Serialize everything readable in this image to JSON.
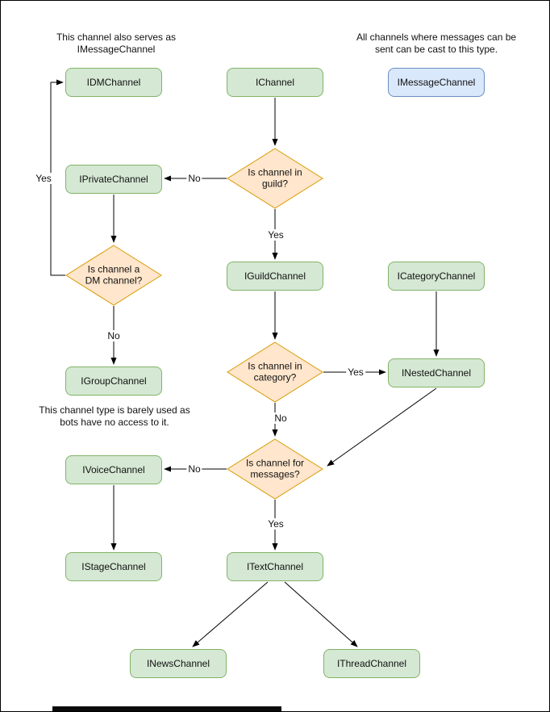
{
  "diagram": {
    "notes": {
      "dm_note": "This channel also serves as IMessageChannel",
      "message_note": "All channels where messages can be sent can be cast to this type.",
      "group_note": "This channel type is barely used as bots have no access to it."
    },
    "nodes": {
      "idm": "IDMChannel",
      "ichannel": "IChannel",
      "imessage": "IMessageChannel",
      "iprivate": "IPrivateChannel",
      "iguild": "IGuildChannel",
      "icategory": "ICategoryChannel",
      "inested": "INestedChannel",
      "igroup": "IGroupChannel",
      "ivoice": "IVoiceChannel",
      "istage": "IStageChannel",
      "itext": "ITextChannel",
      "inews": "INewsChannel",
      "ithread": "IThreadChannel"
    },
    "decisions": {
      "in_guild": "Is channel in guild?",
      "is_dm": "Is channel a DM channel?",
      "in_category": "Is channel in category?",
      "for_messages": "Is channel for messages?"
    },
    "edge_labels": {
      "guild_no": "No",
      "guild_yes": "Yes",
      "dm_yes": "Yes",
      "dm_no": "No",
      "category_yes": "Yes",
      "category_no": "No",
      "messages_no": "No",
      "messages_yes": "Yes"
    },
    "colors": {
      "node_fill": "#d5e8d4",
      "node_border": "#82b366",
      "highlight_fill": "#dae8fc",
      "highlight_border": "#6c8ebf",
      "decision_fill": "#ffe6cc",
      "decision_border": "#d79b00",
      "edge": "#000000"
    }
  }
}
